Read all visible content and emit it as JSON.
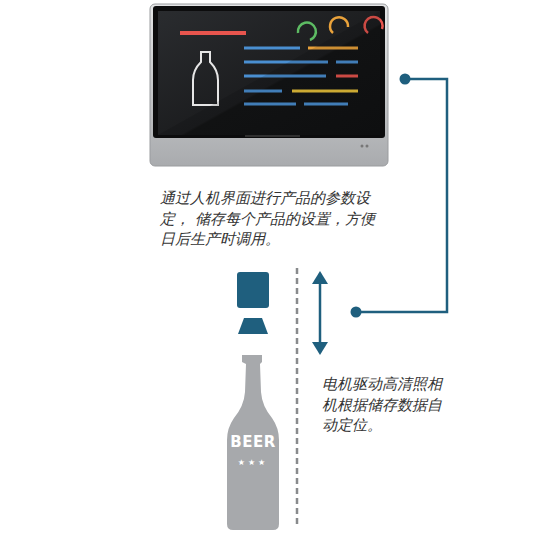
{
  "diagram": {
    "labels": [
      "通过人机界面进行产品的参数设定， 储存每个产品的设置，方便日后生产时调用。",
      "电机驱动高清照相机根据储存数据自动定位。",
      "BEER",
      "★★★"
    ]
  }
}
